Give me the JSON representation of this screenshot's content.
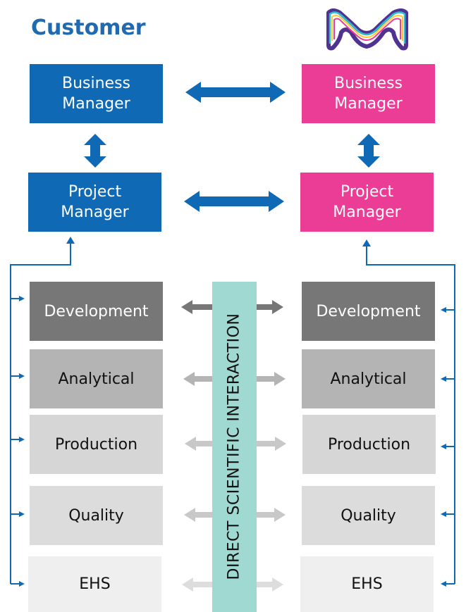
{
  "customer_label": "Customer",
  "logo_icon": "merck-m-logo-icon",
  "left": {
    "business_manager": [
      "Business",
      "Manager"
    ],
    "project_manager": [
      "Project",
      "Manager"
    ],
    "departments": [
      "Development",
      "Analytical",
      "Production",
      "Quality",
      "EHS"
    ]
  },
  "right": {
    "business_manager": [
      "Business",
      "Manager"
    ],
    "project_manager": [
      "Project",
      "Manager"
    ],
    "departments": [
      "Development",
      "Analytical",
      "Production",
      "Quality",
      "EHS"
    ]
  },
  "center_band": "DIRECT SCIENTIFIC INTERACTION",
  "colors": {
    "customer_blue": "#0F69B4",
    "merck_pink": "#EB3C96",
    "band_teal": "#A0D8D2",
    "department_greys": [
      "#777777",
      "#B4B4B4",
      "#D6D6D6",
      "#DCDCDC",
      "#EFEFEF"
    ]
  }
}
